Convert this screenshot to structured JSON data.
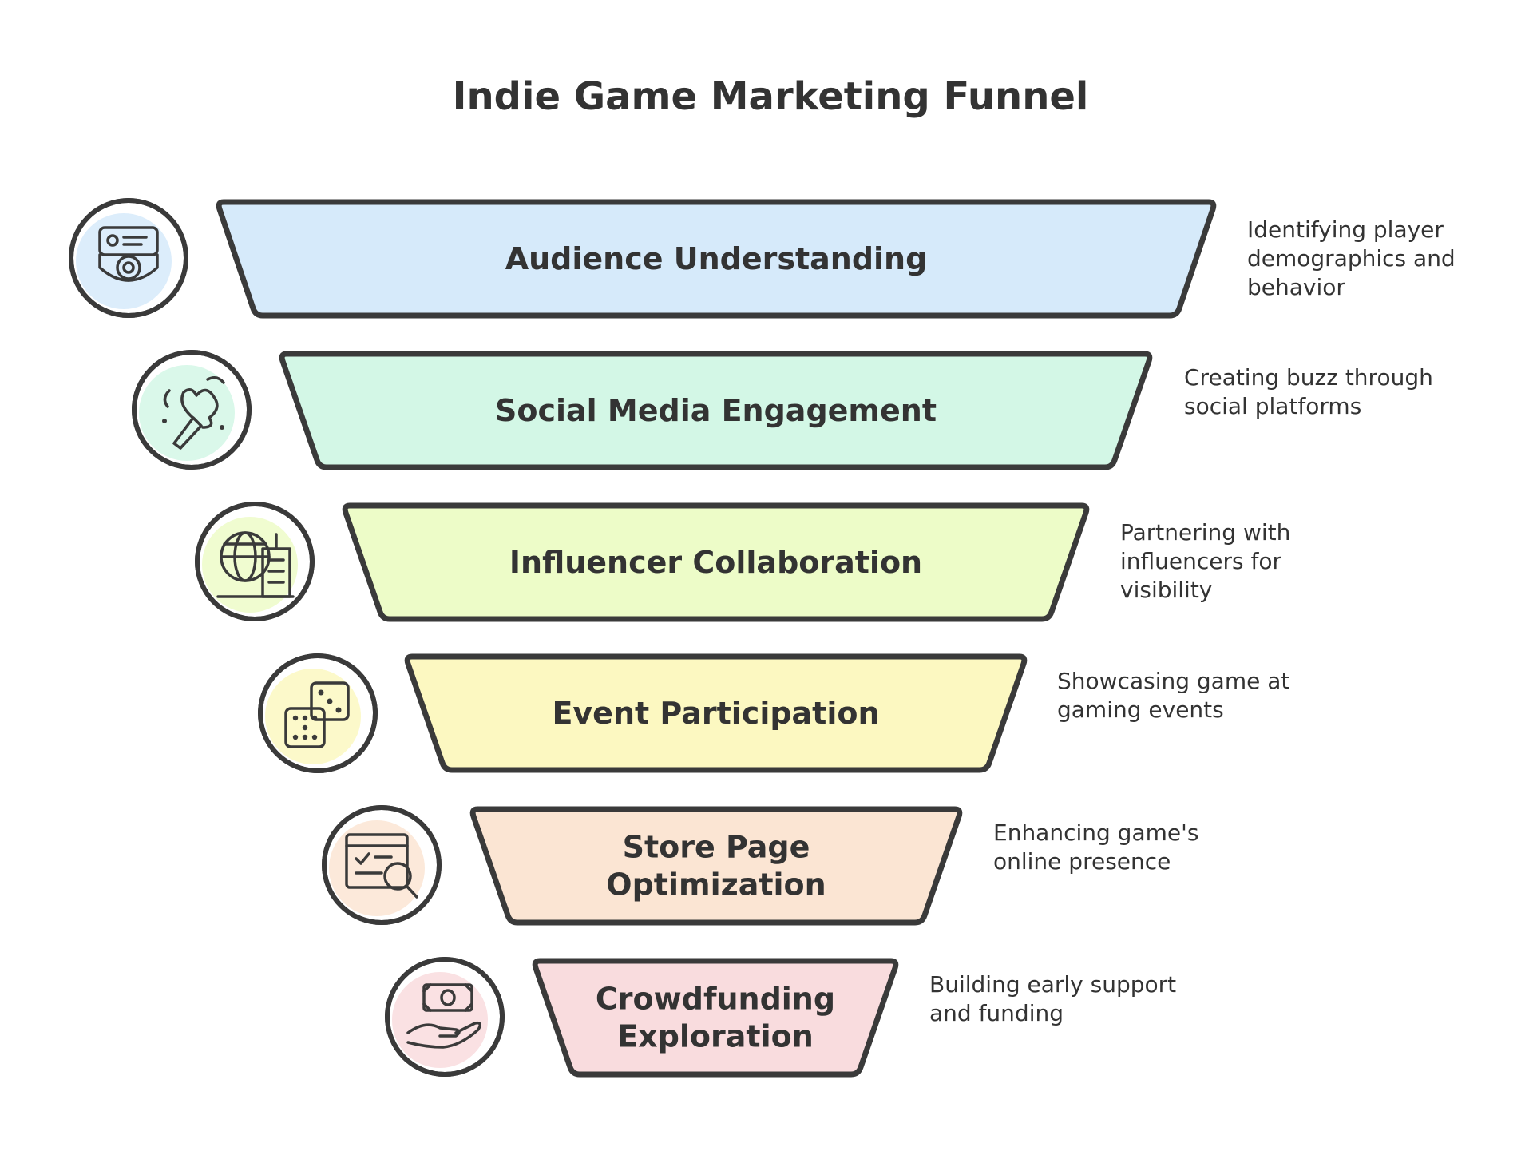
{
  "title": "Indie Game Marketing Funnel",
  "stages": [
    {
      "label_lines": [
        "Audience Understanding"
      ],
      "desc_lines": [
        "Identifying player",
        "demographics and",
        "behavior"
      ],
      "color": "#d6eafa",
      "icon": "audience-camera-icon"
    },
    {
      "label_lines": [
        "Social Media Engagement"
      ],
      "desc_lines": [
        "Creating buzz through",
        "social platforms"
      ],
      "color": "#d3f7e6",
      "icon": "party-popper-icon"
    },
    {
      "label_lines": [
        "Influencer Collaboration"
      ],
      "desc_lines": [
        "Partnering with",
        "influencers for",
        "visibility"
      ],
      "color": "#edfcc8",
      "icon": "globe-city-icon"
    },
    {
      "label_lines": [
        "Event Participation"
      ],
      "desc_lines": [
        "Showcasing game at",
        "gaming events"
      ],
      "color": "#fcf8c1",
      "icon": "dice-icon"
    },
    {
      "label_lines": [
        "Store Page",
        "Optimization"
      ],
      "desc_lines": [
        "Enhancing game's",
        "online presence"
      ],
      "color": "#fbe5d3",
      "icon": "browser-search-icon"
    },
    {
      "label_lines": [
        "Crowdfunding",
        "Exploration"
      ],
      "desc_lines": [
        "Building early support",
        "and funding"
      ],
      "color": "#f9dcde",
      "icon": "money-hand-icon"
    }
  ]
}
